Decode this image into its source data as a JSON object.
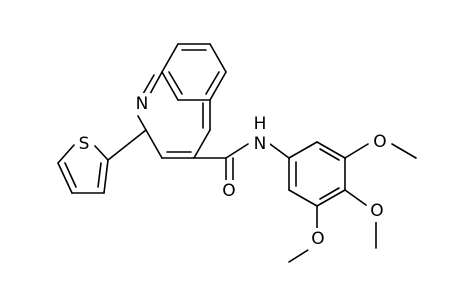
{
  "molecule": {
    "atom_labels": {
      "N_quinoline": "N",
      "S_thiophene": "S",
      "O_carbonyl": "O",
      "N_amide": "N",
      "H_amide": "H",
      "O_methoxy_top": "O",
      "O_methoxy_mid": "O",
      "O_methoxy_bottom": "O"
    },
    "colors": {
      "bond": "#000000",
      "label": "#000000",
      "background": "#ffffff"
    }
  }
}
